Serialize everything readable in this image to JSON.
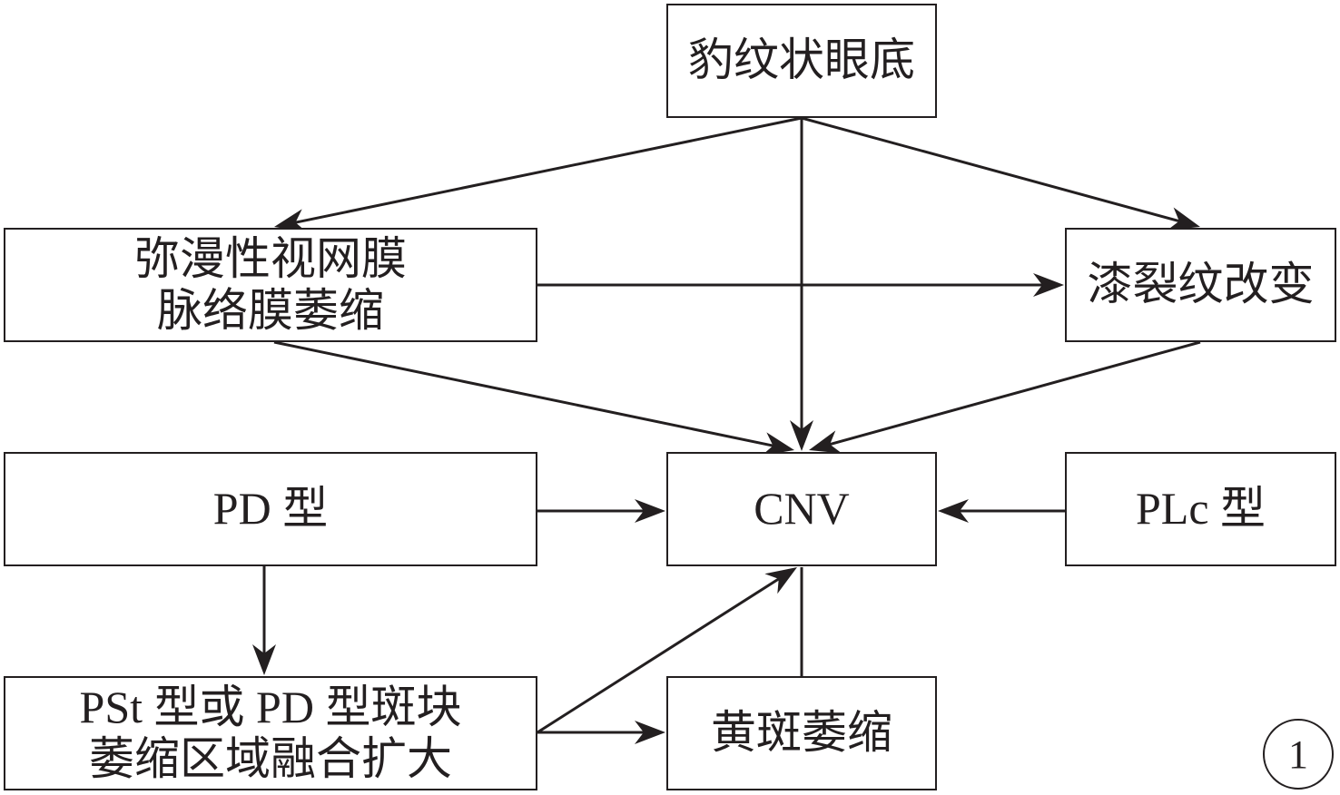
{
  "diagram": {
    "nodes": {
      "leopard": {
        "lines": [
          "豹纹状眼底"
        ]
      },
      "diffuse": {
        "lines": [
          "弥漫性视网膜",
          "脉络膜萎缩"
        ]
      },
      "lacquer": {
        "lines": [
          "漆裂纹改变"
        ]
      },
      "pd": {
        "lines": [
          "PD 型"
        ]
      },
      "cnv": {
        "lines": [
          "CNV"
        ]
      },
      "plc": {
        "lines": [
          "PLc 型"
        ]
      },
      "pst": {
        "lines": [
          "PSt 型或 PD 型斑块",
          "萎缩区域融合扩大"
        ]
      },
      "macular": {
        "lines": [
          "黄斑萎缩"
        ]
      }
    },
    "edges": [
      {
        "from": "leopard",
        "to": "diffuse"
      },
      {
        "from": "leopard",
        "to": "lacquer"
      },
      {
        "from": "leopard",
        "to": "cnv"
      },
      {
        "from": "diffuse",
        "to": "lacquer"
      },
      {
        "from": "diffuse",
        "to": "cnv"
      },
      {
        "from": "lacquer",
        "to": "cnv"
      },
      {
        "from": "pd",
        "to": "cnv"
      },
      {
        "from": "plc",
        "to": "cnv"
      },
      {
        "from": "pd",
        "to": "pst"
      },
      {
        "from": "pst",
        "to": "cnv"
      },
      {
        "from": "pst",
        "to": "macular"
      },
      {
        "from": "macular",
        "to": "cnv"
      }
    ],
    "figure_number": "1"
  }
}
